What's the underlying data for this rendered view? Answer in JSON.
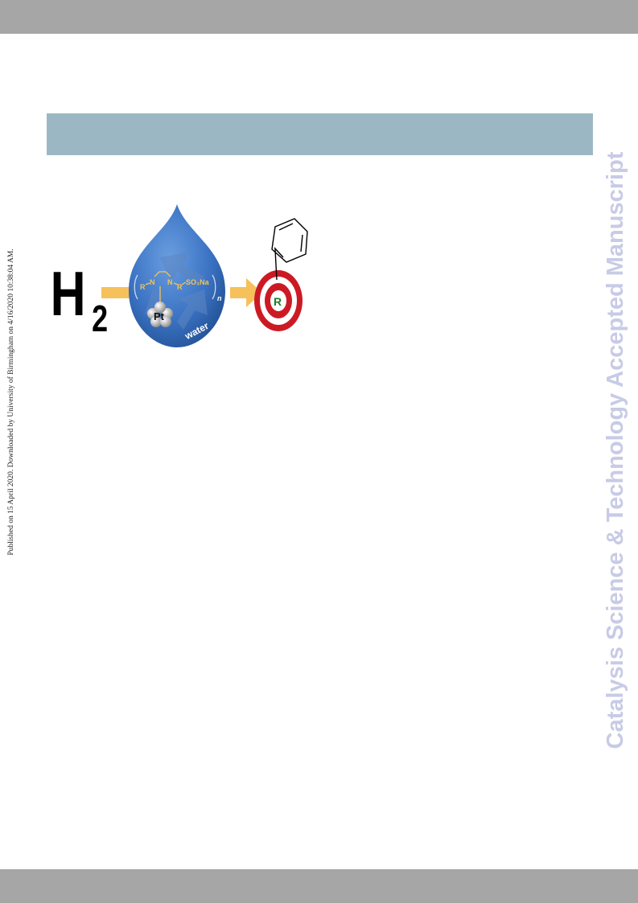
{
  "side_note": "Published on 15 April 2020. Downloaded by University of Birmingham on 4/16/2020 10:38:04 AM.",
  "watermark": "Catalysis Science & Technology Accepted Manuscript",
  "graphic": {
    "h2_letter": "H",
    "h2_subscript": "2",
    "ligand_n1": "N",
    "ligand_n2": "N",
    "ligand_r1": "R",
    "ligand_r2": "R",
    "ligand_so3na": "SO₃Na",
    "subscript_n": "n",
    "metal": "Pt",
    "solvent": "water",
    "target_label": "R"
  },
  "colors": {
    "bars": "#a6a6a6",
    "title_band": "#9cb7c4",
    "watermark": "#c8cbe6",
    "arrow": "#f6c15a",
    "drop": "#3c74c4",
    "target_red": "#cc1a24"
  }
}
